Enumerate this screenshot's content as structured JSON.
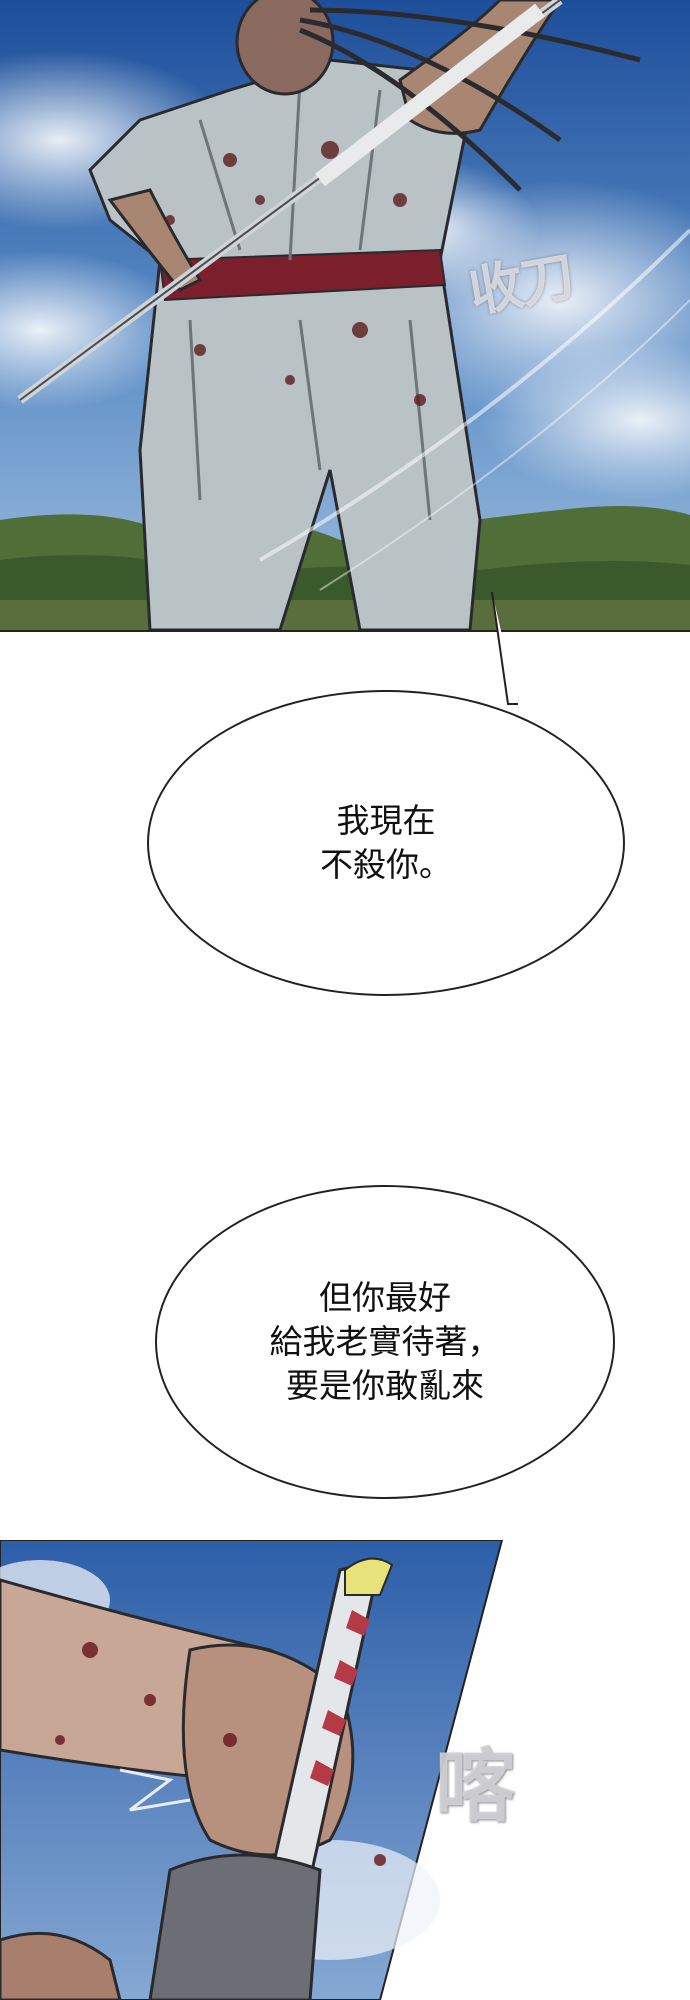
{
  "panels": [
    {
      "sfx": "收刀"
    },
    {
      "sfx": "喀"
    }
  ],
  "bubbles": [
    {
      "text": "我現在\n不殺你。"
    },
    {
      "text": "但你最好\n給我老實待著，\n要是你敢亂來"
    }
  ]
}
